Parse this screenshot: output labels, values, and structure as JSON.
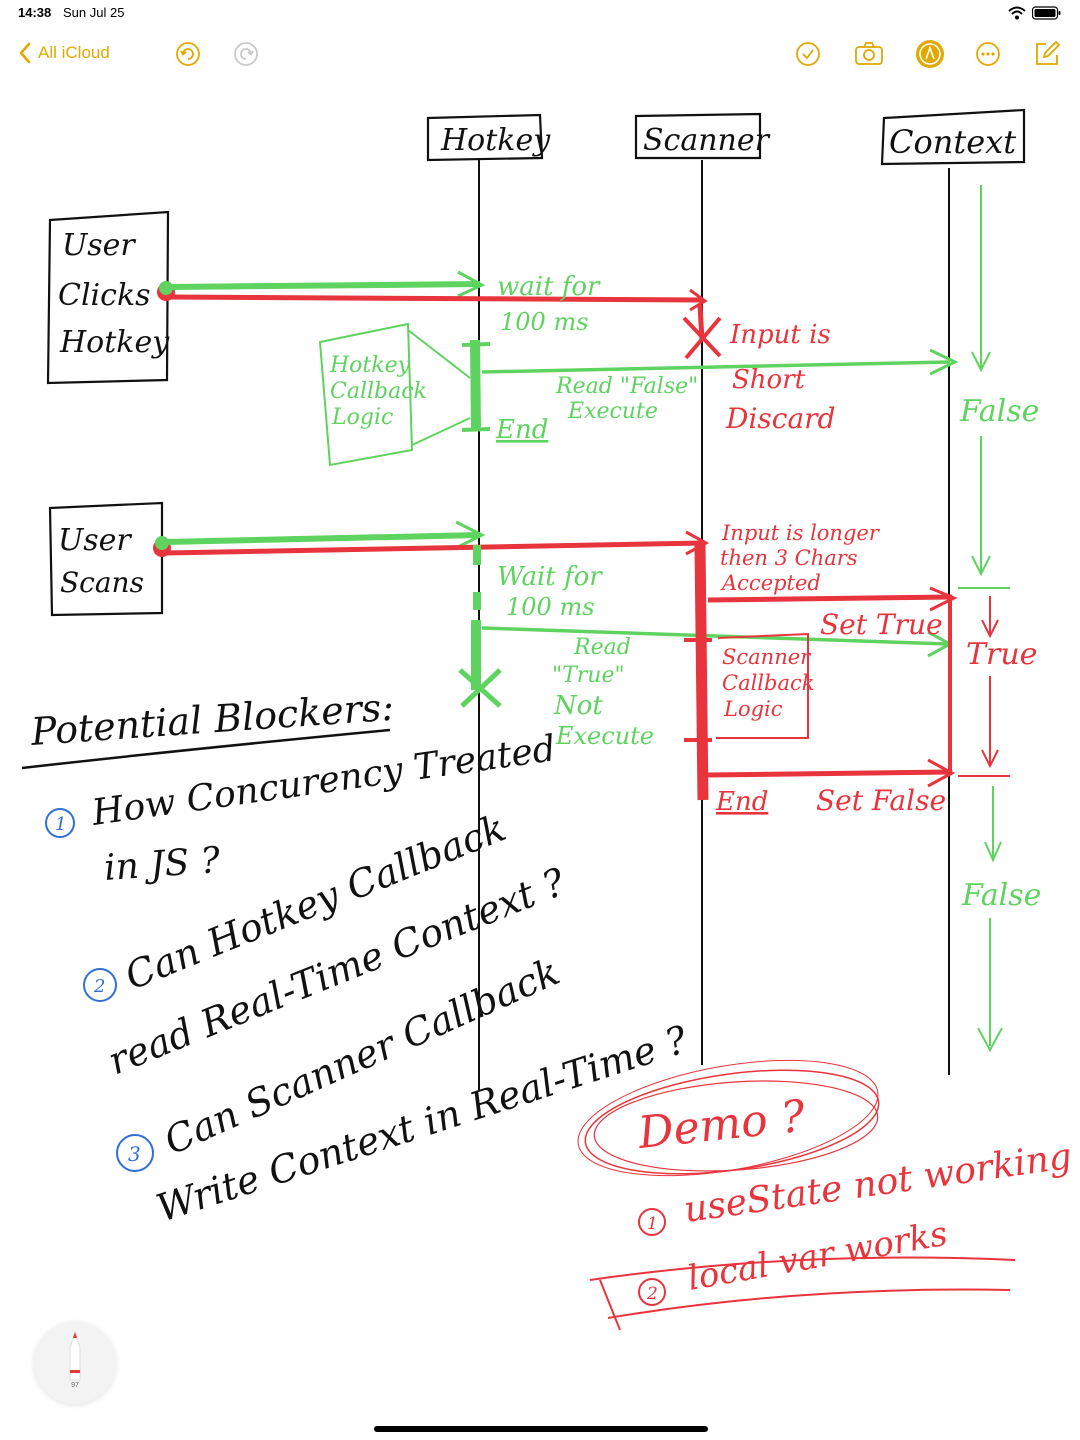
{
  "status_bar": {
    "time": "14:38",
    "date": "Sun Jul 25",
    "wifi_icon": "wifi-icon",
    "battery_icon": "battery-icon"
  },
  "toolbar": {
    "back_label": "All iCloud",
    "accent_color": "#e0a800",
    "icons": [
      "undo-icon",
      "redo-icon",
      "checklist-icon",
      "camera-icon",
      "markup-pen-icon",
      "more-icon",
      "compose-icon"
    ]
  },
  "colors": {
    "ink_black": "#111111",
    "ink_green": "#5fd35f",
    "ink_red": "#e8343c",
    "ink_blue": "#2f6fd6"
  },
  "diagram": {
    "lanes": [
      "Hotkey",
      "Scanner",
      "Context"
    ],
    "actors": [
      [
        "User",
        "Clicks",
        "Hotkey"
      ],
      [
        "User",
        "Scans"
      ]
    ],
    "notes": {
      "wait_1": [
        "wait for",
        "100 ms"
      ],
      "hotkey_callback": [
        "Hotkey",
        "Callback",
        "Logic"
      ],
      "end_1": "End",
      "read_false": [
        "Read \"False\"",
        "Execute"
      ],
      "input_short": [
        "Input is",
        "Short",
        "Discard"
      ],
      "context_false_1": "False",
      "input_longer": [
        "Input is longer",
        "then 3 Chars",
        "Accepted"
      ],
      "wait_2": [
        "Wait for",
        "100 ms"
      ],
      "read_true": [
        "Read",
        "\"True\"",
        "Not",
        "Execute"
      ],
      "set_true": "Set True",
      "context_true": "True",
      "scanner_callback": [
        "Scanner",
        "Callback",
        "Logic"
      ],
      "end_2": "End",
      "set_false": "Set False",
      "context_false_2": "False"
    },
    "blockers": {
      "heading": "Potential Blockers:",
      "items": [
        {
          "num": "1",
          "lines": [
            "How Concurency Treated",
            "in JS ?"
          ]
        },
        {
          "num": "2",
          "lines": [
            "Can Hotkey Callback",
            "read Real-Time Context ?"
          ]
        },
        {
          "num": "3",
          "lines": [
            "Can Scanner Callback",
            "Write Context in Real-Time ?"
          ]
        }
      ]
    },
    "demo": {
      "title": "Demo ?",
      "items": [
        {
          "num": "1",
          "text": "useState not working"
        },
        {
          "num": "2",
          "text": "local var works"
        }
      ]
    }
  },
  "pencil": {
    "level": "97"
  }
}
